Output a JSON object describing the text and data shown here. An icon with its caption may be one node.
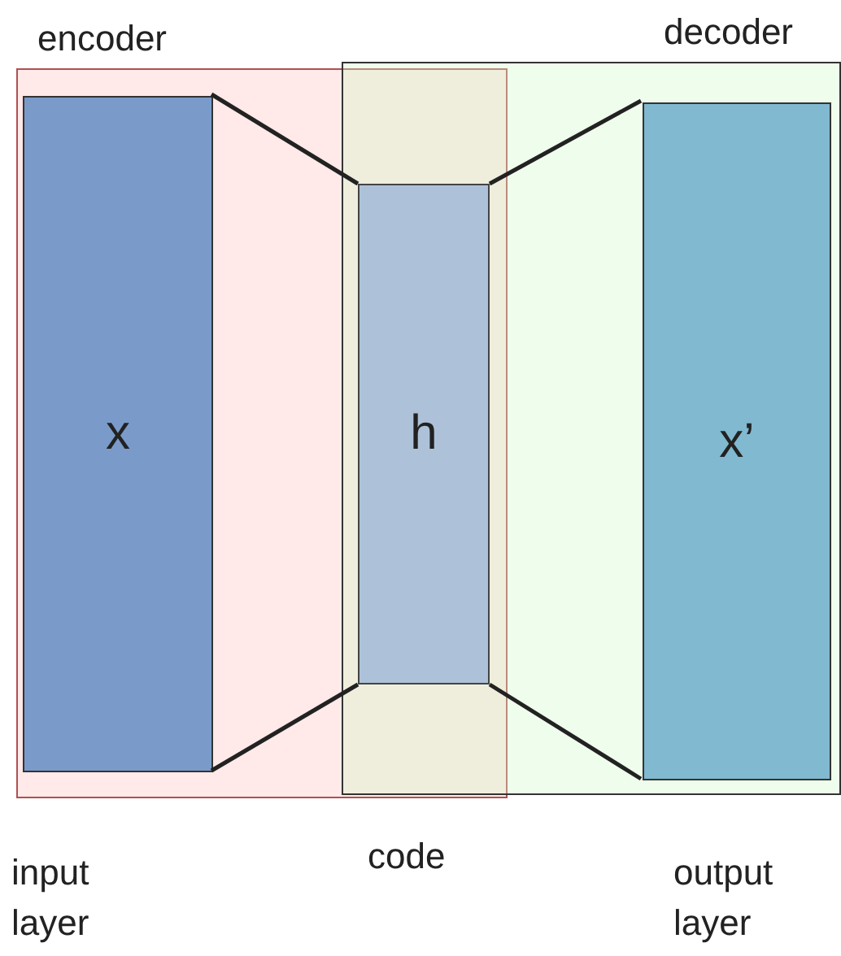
{
  "diagram": {
    "nodes": [
      {
        "text": [
          "encoder"
        ]
      },
      {
        "text": [
          "decoder"
        ]
      },
      {
        "text": [
          "x"
        ],
        "in": 0,
        "beside": [
          "input layer"
        ]
      },
      {
        "text": [
          "h"
        ]
      },
      {
        "text": [
          "x’"
        ],
        "in": 1,
        "beside": [
          "output layer"
        ]
      }
    ],
    "edges": [
      {
        "from": 2,
        "to": 3,
        "arrow": "none"
      },
      {
        "from": 2,
        "to": 3,
        "arrow": "none"
      },
      {
        "from": 3,
        "to": 4,
        "arrow": "none"
      },
      {
        "from": 3,
        "to": 4,
        "arrow": "none"
      }
    ],
    "labels": [
      "code"
    ]
  }
}
